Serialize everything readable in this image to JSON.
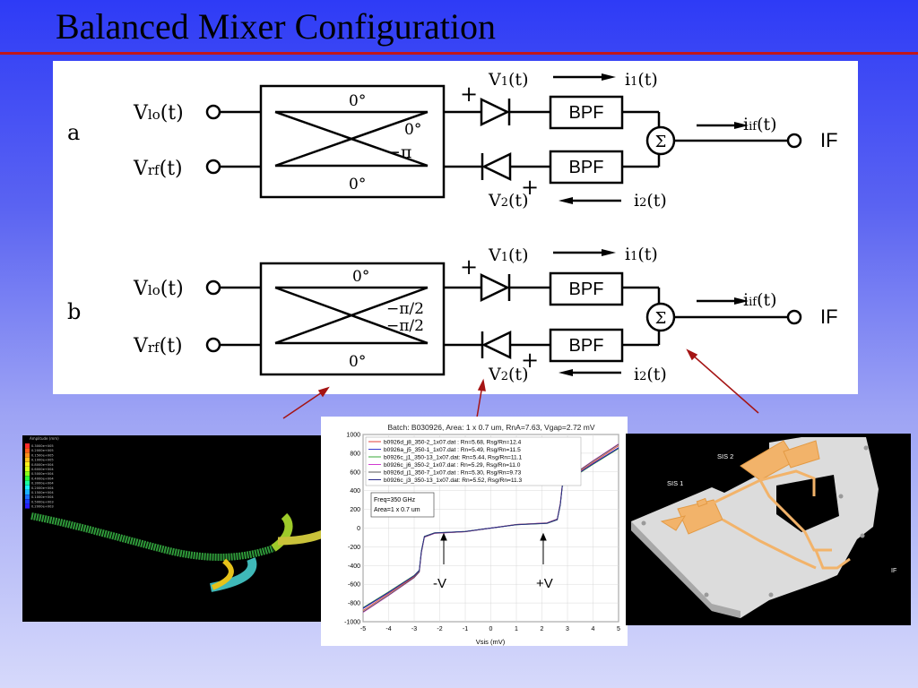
{
  "slide": {
    "title": "Balanced Mixer Configuration"
  },
  "diagram": {
    "a": {
      "label": "a",
      "vlo": "lo",
      "vrf": "rf",
      "hyb_top": "0°",
      "hyb_mid1": "0°",
      "hyb_mid2": "−π",
      "hyb_bot": "0°",
      "plus1": "+",
      "plus2": "+",
      "v1": "1",
      "v2": "2",
      "i1": "1",
      "i2": "2",
      "bpf1": "BPF",
      "bpf2": "BPF",
      "sum": "Σ",
      "iif": "if",
      "if": "IF"
    },
    "b": {
      "label": "b",
      "vlo": "lo",
      "vrf": "rf",
      "hyb_top": "0°",
      "hyb_mid1": "−π/2",
      "hyb_mid2": "−π/2",
      "hyb_bot": "0°",
      "plus1": "+",
      "plus2": "+",
      "v1": "1",
      "v2": "2",
      "i1": "1",
      "i2": "2",
      "bpf1": "BPF",
      "bpf2": "BPF",
      "sum": "Σ",
      "iif": "if",
      "if": "IF"
    },
    "common": {
      "V": "V",
      "i": "i",
      "t": "(t)"
    }
  },
  "sim_image": {
    "legend_title": "Amplitude (mm)",
    "legend_values": [
      "0.3000e+005",
      "0.2000e+005",
      "0.1500e+005",
      "0.1000e+005",
      "0.8000e+004",
      "0.6000e+004",
      "0.5000e+004",
      "0.4000e+004",
      "0.3000e+004",
      "0.2000e+004",
      "0.1500e+004",
      "0.1000e+004",
      "0.5000e+003",
      "0.2000e+003"
    ],
    "legend_colors": [
      "#ff2a2a",
      "#ff5a1a",
      "#ff8c1a",
      "#ffbf1a",
      "#ffee1a",
      "#d7ff1a",
      "#8cff1a",
      "#2aff3a",
      "#1affa0",
      "#1af0ff",
      "#1ab0ff",
      "#1a70ff",
      "#1a3aff",
      "#2a1aff"
    ]
  },
  "iv_chart": {
    "chart_data": {
      "type": "line",
      "title": "Batch: B030926, Area: 1 x 0.7 um, RnA=7.63, Vgap=2.72 mV",
      "xlabel": "Vsis (mV)",
      "ylabel": "",
      "xlim": [
        -5,
        5
      ],
      "ylim": [
        -1000,
        1000
      ],
      "xticks": [
        -5,
        -4,
        -3,
        -2,
        -1,
        0,
        1,
        2,
        3,
        4,
        5
      ],
      "yticks": [
        1000,
        800,
        600,
        400,
        200,
        0,
        -200,
        -400,
        -600,
        -800,
        -1000
      ],
      "grid": true,
      "legend_position": "top-left",
      "note": [
        "Freq=350 GHz",
        "Area=1 x 0.7 um"
      ],
      "annotations": [
        "-V",
        "+V"
      ],
      "series": [
        {
          "name": "b0926d_j8_350-2_1x07.dat : Rn=5.68, Rsg/Rn=12.4",
          "color": "#e0413a",
          "x": [
            -5,
            -4,
            -3,
            -2.8,
            -2.72,
            -2.6,
            -2.2,
            -1,
            0,
            1,
            2.2,
            2.6,
            2.72,
            2.8,
            3,
            4,
            5
          ],
          "y": [
            -880,
            -700,
            -520,
            -460,
            -260,
            -95,
            -55,
            -38,
            0,
            38,
            55,
            95,
            260,
            460,
            520,
            700,
            880
          ]
        },
        {
          "name": "b0926a_j5_350-1_1x07.dat : Rn=5.49, Rsg/Rn=11.5",
          "color": "#3b3bd0",
          "x": [
            -5,
            -4,
            -3,
            -2.8,
            -2.72,
            -2.6,
            -2.2,
            -1,
            0,
            1,
            2.2,
            2.6,
            2.72,
            2.8,
            3,
            4,
            5
          ],
          "y": [
            -860,
            -690,
            -510,
            -455,
            -250,
            -90,
            -52,
            -36,
            0,
            36,
            52,
            90,
            250,
            455,
            510,
            690,
            860
          ]
        },
        {
          "name": "b0926c_j1_350-13_1x07.dat: Rn=5.44, Rsg/Rn=11.1",
          "color": "#3aa83a",
          "x": [
            -5,
            -4,
            -3,
            -2.8,
            -2.72,
            -2.6,
            -2.2,
            -1,
            0,
            1,
            2.2,
            2.6,
            2.72,
            2.8,
            3,
            4,
            5
          ],
          "y": [
            -850,
            -680,
            -505,
            -450,
            -245,
            -88,
            -50,
            -35,
            0,
            35,
            50,
            88,
            245,
            450,
            505,
            680,
            850
          ]
        },
        {
          "name": "b0926c_j6_350-2_1x07.dat : Rn=5.29, Rsg/Rn=11.0",
          "color": "#d03ad0",
          "x": [
            -5,
            -4,
            -3,
            -2.8,
            -2.72,
            -2.6,
            -2.2,
            -1,
            0,
            1,
            2.2,
            2.6,
            2.72,
            2.8,
            3,
            4,
            5
          ],
          "y": [
            -900,
            -720,
            -530,
            -470,
            -265,
            -98,
            -56,
            -39,
            0,
            39,
            56,
            98,
            265,
            470,
            530,
            720,
            900
          ]
        },
        {
          "name": "b0926d_j1_350-7_1x07.dat : Rn=5.30, Rsg/Rn=9.73",
          "color": "#555555",
          "x": [
            -5,
            -4,
            -3,
            -2.8,
            -2.72,
            -2.6,
            -2.2,
            -1,
            0,
            1,
            2.2,
            2.6,
            2.72,
            2.8,
            3,
            4,
            5
          ],
          "y": [
            -895,
            -715,
            -528,
            -468,
            -262,
            -96,
            -55,
            -38,
            0,
            38,
            55,
            96,
            262,
            468,
            528,
            715,
            895
          ]
        },
        {
          "name": "b0926c_j3_350-13_1x07.dat: Rn=5.52, Rsg/Rn=11.3",
          "color": "#2a2a8a",
          "x": [
            -5,
            -4,
            -3,
            -2.8,
            -2.72,
            -2.6,
            -2.2,
            -1,
            0,
            1,
            2.2,
            2.6,
            2.72,
            2.8,
            3,
            4,
            5
          ],
          "y": [
            -855,
            -685,
            -508,
            -452,
            -248,
            -89,
            -51,
            -35,
            0,
            35,
            51,
            89,
            248,
            452,
            508,
            685,
            855
          ]
        }
      ]
    }
  },
  "chip_image": {
    "sis1": "SIS 1",
    "sis2": "SIS 2",
    "if": "IF"
  }
}
